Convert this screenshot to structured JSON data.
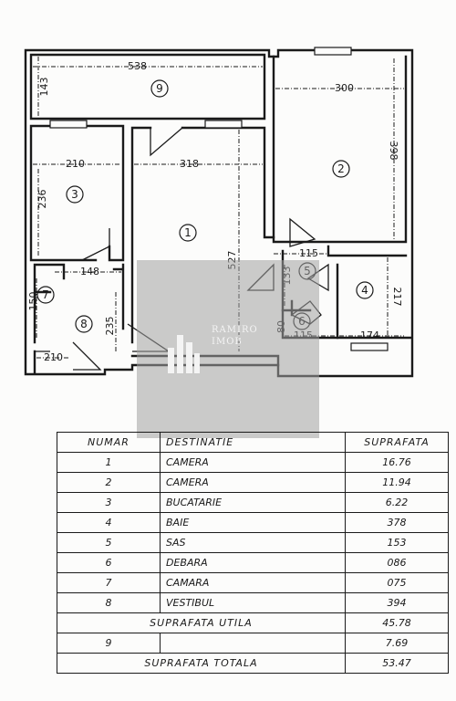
{
  "plan": {
    "rooms": [
      {
        "number": "1"
      },
      {
        "number": "2"
      },
      {
        "number": "3"
      },
      {
        "number": "4"
      },
      {
        "number": "5"
      },
      {
        "number": "6"
      },
      {
        "number": "7"
      },
      {
        "number": "8"
      },
      {
        "number": "9"
      }
    ],
    "dimensions": [
      "538",
      "143",
      "300",
      "398",
      "210",
      "318",
      "236",
      "527",
      "115",
      "133",
      "217",
      "148",
      "150",
      "235",
      "115",
      "174",
      "210",
      "80"
    ]
  },
  "watermark": {
    "line1": "RAMIRO",
    "line2": "IMOB"
  },
  "table": {
    "headers": [
      "NUMAR",
      "DESTINATIE",
      "SUPRAFATA"
    ],
    "rows": [
      {
        "nr": "1",
        "dest": "CAMERA",
        "area": "16.76"
      },
      {
        "nr": "2",
        "dest": "CAMERA",
        "area": "11.94"
      },
      {
        "nr": "3",
        "dest": "BUCATARIE",
        "area": "6.22"
      },
      {
        "nr": "4",
        "dest": "BAIE",
        "area": "378"
      },
      {
        "nr": "5",
        "dest": "SAS",
        "area": "153"
      },
      {
        "nr": "6",
        "dest": "DEBARA",
        "area": "086"
      },
      {
        "nr": "7",
        "dest": "CAMARA",
        "area": "075"
      },
      {
        "nr": "8",
        "dest": "VESTIBUL",
        "area": "394"
      }
    ],
    "useful_label": "SUPRAFATA UTILA",
    "useful_value": "45.78",
    "extra_row": {
      "nr": "9",
      "dest": "",
      "area": "7.69"
    },
    "total_label": "SUPRAFATA TOTALA",
    "total_value": "53.47"
  }
}
